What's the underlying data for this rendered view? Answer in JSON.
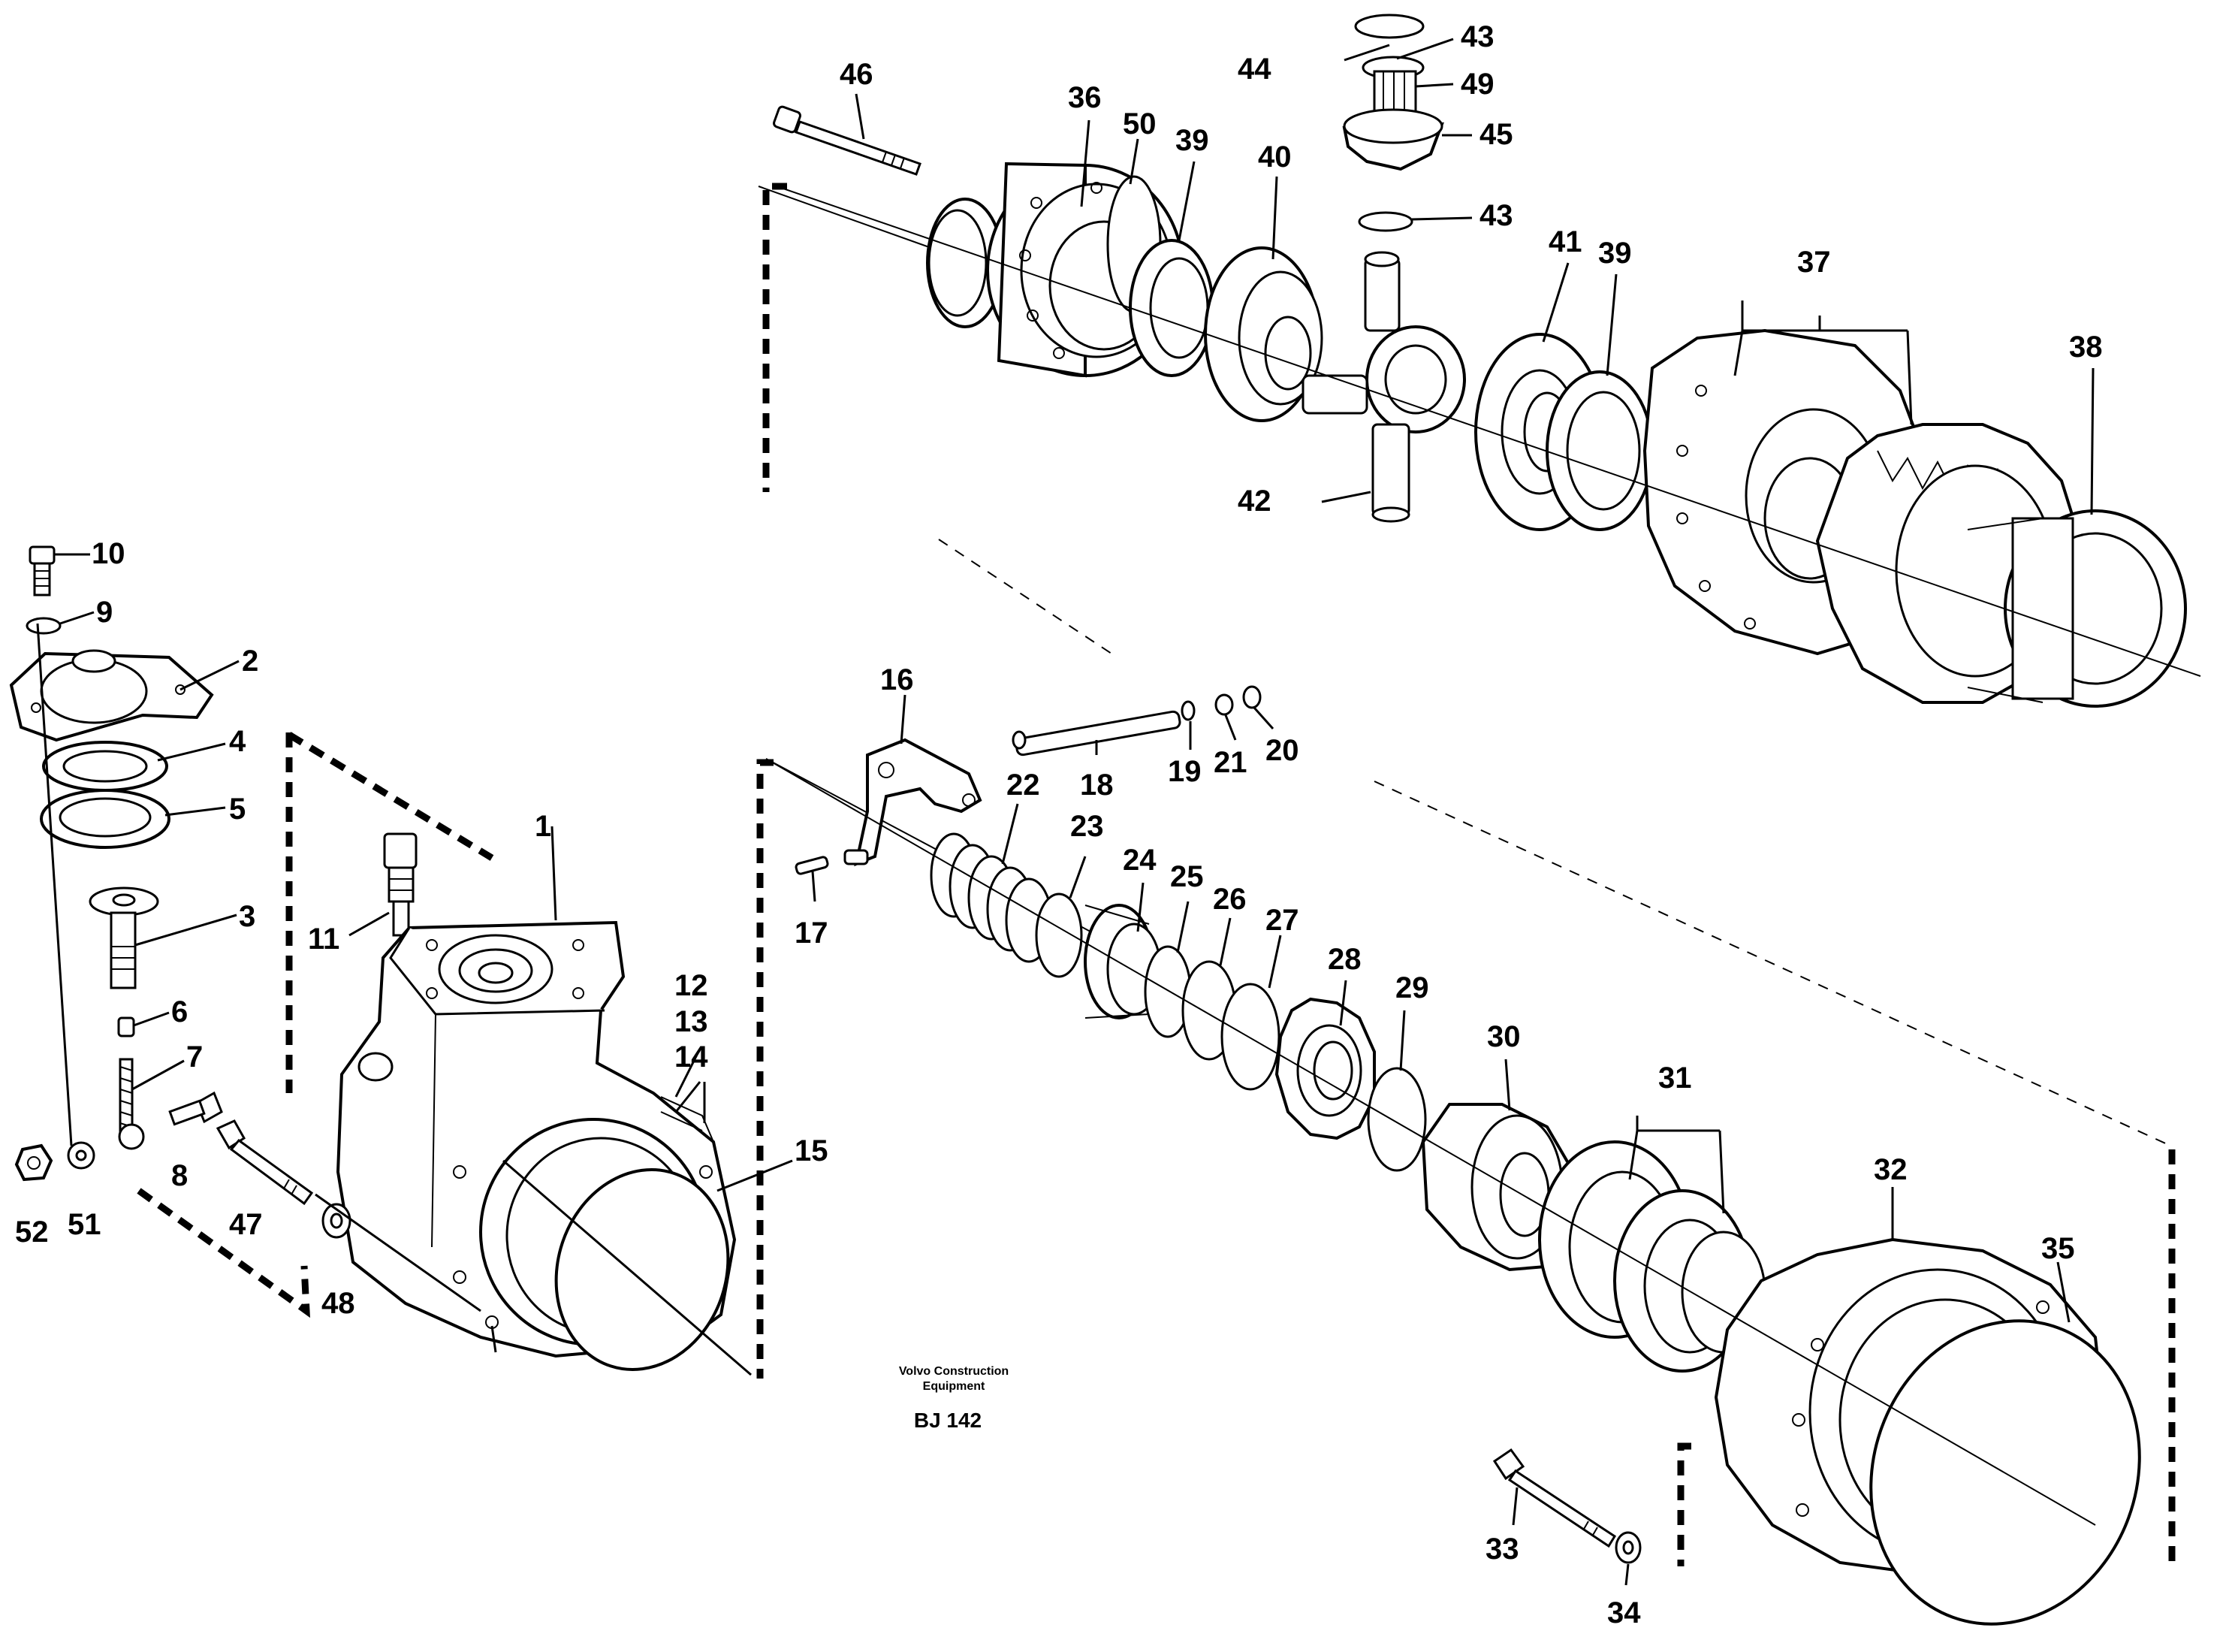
{
  "credit": {
    "line1": "Volvo Construction",
    "line2": "Equipment",
    "code": "BJ 142"
  },
  "callouts": {
    "c1": "1",
    "c2": "2",
    "c3": "3",
    "c4": "4",
    "c5": "5",
    "c6": "6",
    "c7": "7",
    "c8": "8",
    "c9": "9",
    "c10": "10",
    "c11": "11",
    "c12": "12",
    "c13": "13",
    "c14": "14",
    "c15": "15",
    "c16": "16",
    "c17": "17",
    "c18": "18",
    "c19": "19",
    "c20": "20",
    "c21": "21",
    "c22": "22",
    "c23": "23",
    "c24": "24",
    "c25": "25",
    "c26": "26",
    "c27": "27",
    "c28": "28",
    "c29": "29",
    "c30": "30",
    "c31": "31",
    "c32": "32",
    "c33": "33",
    "c34": "34",
    "c35": "35",
    "c36": "36",
    "c37": "37",
    "c38": "38",
    "c39a": "39",
    "c39b": "39",
    "c40": "40",
    "c41": "41",
    "c42": "42",
    "c43a": "43",
    "c43b": "43",
    "c44": "44",
    "c45": "45",
    "c46": "46",
    "c47": "47",
    "c48": "48",
    "c49": "49",
    "c50": "50",
    "c51": "51",
    "c52": "52"
  }
}
